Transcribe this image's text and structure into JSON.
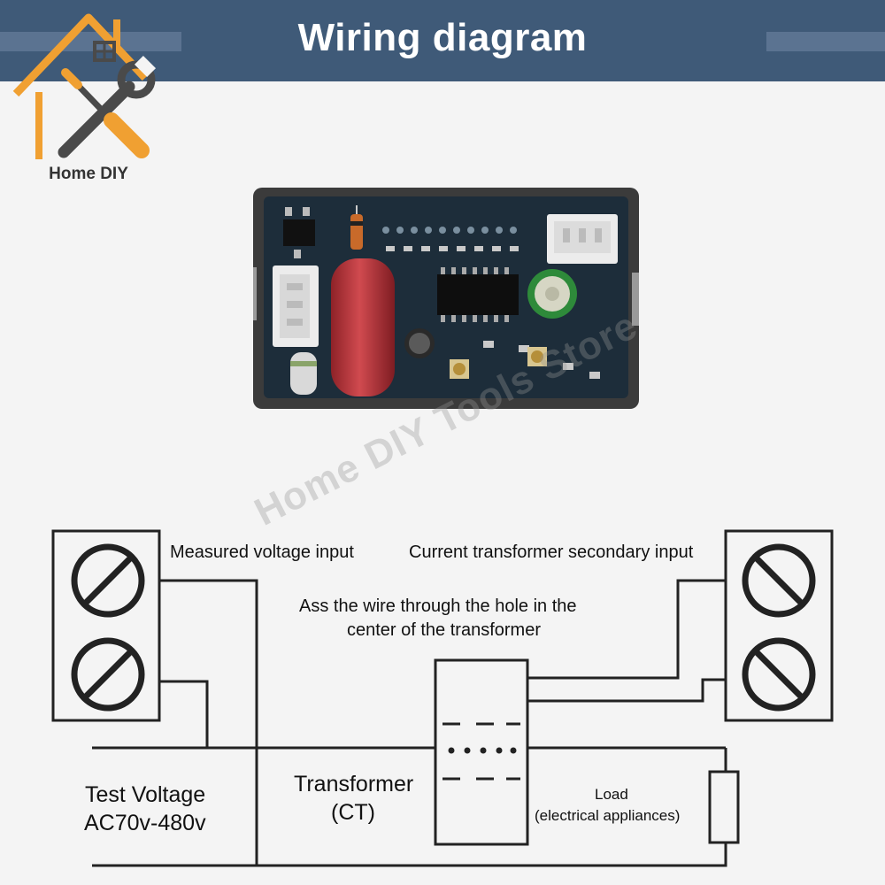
{
  "header": {
    "title": "Wiring diagram"
  },
  "logo": {
    "text": "Home DIY"
  },
  "watermark": "Home DIY Tools Store",
  "labels": {
    "measured_voltage": "Measured voltage input",
    "ct_secondary": "Current transformer secondary input",
    "pass_wire_line1": "Ass the wire through the hole in the",
    "pass_wire_line2": "center of the transformer",
    "test_voltage_line1": "Test Voltage",
    "test_voltage_line2": "AC70v-480v",
    "transformer_line1": "Transformer",
    "transformer_line2": "(CT)",
    "load_line1": "Load",
    "load_line2": "(electrical appliances)"
  },
  "colors": {
    "header_bg": "#3f5a78",
    "logo_orange": "#f0a032",
    "logo_gray": "#4a4a4a",
    "line": "#222222",
    "capacitor_red": "#b8353a",
    "pcb": "#1d2d3a"
  }
}
